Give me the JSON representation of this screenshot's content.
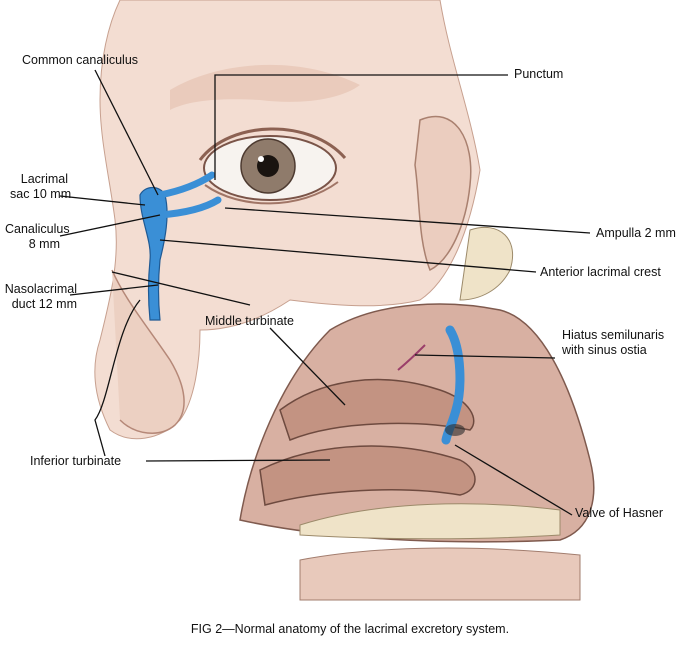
{
  "labels": {
    "common_canaliculus": "Common canaliculus",
    "punctum": "Punctum",
    "lacrimal_sac_1": "Lacrimal",
    "lacrimal_sac_2": "sac 10 mm",
    "canaliculus_1": "Canaliculus",
    "canaliculus_2": "8 mm",
    "nasolacrimal_1": "Nasolacrimal",
    "nasolacrimal_2": "duct 12 mm",
    "ampulla": "Ampulla 2 mm",
    "anterior_crest": "Anterior lacrimal crest",
    "middle_turbinate": "Middle turbinate",
    "hiatus_1": "Hiatus semilunaris",
    "hiatus_2": "with sinus ostia",
    "inferior_turbinate": "Inferior turbinate",
    "valve_hasner": "Valve of Hasner"
  },
  "caption": "FIG 2—Normal anatomy of the lacrimal excretory system.",
  "colors": {
    "skin": "#f3ddd2",
    "skin_shadow": "#d8b4a3",
    "mucosa": "#c9a394",
    "mucosa_dark": "#8a5f52",
    "lacrimal_blue": "#3a8fd6",
    "bone": "#efe3c8",
    "leader_line": "#111111"
  }
}
